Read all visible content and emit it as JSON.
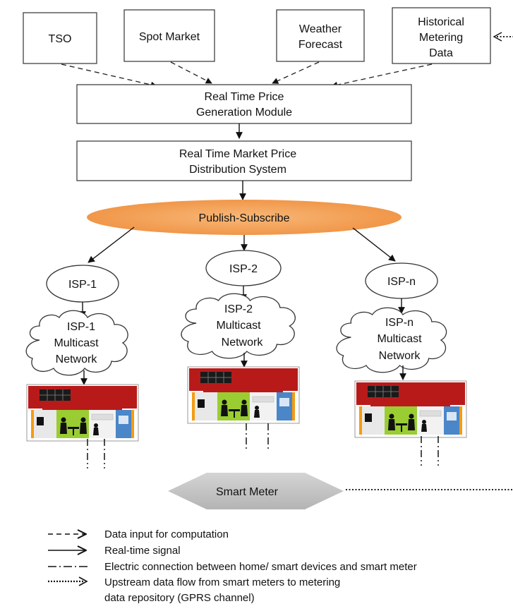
{
  "sources": {
    "tso": "TSO",
    "spot_market": "Spot Market",
    "weather": [
      "Weather",
      "Forecast"
    ],
    "historical": [
      "Historical",
      "Metering",
      "Data"
    ]
  },
  "modules": {
    "price_generation": [
      "Real Time Price",
      "Generation Module"
    ],
    "price_distribution": [
      "Real Time Market Price",
      "Distribution System"
    ]
  },
  "publish_subscribe": "Publish-Subscribe",
  "isps": [
    {
      "name": "ISP-1",
      "network": [
        "ISP-1",
        "Multicast",
        "Network"
      ]
    },
    {
      "name": "ISP-2",
      "network": [
        "ISP-2",
        "Multicast",
        "Network"
      ]
    },
    {
      "name": "ISP-n",
      "network": [
        "ISP-n",
        "Multicast",
        "Network"
      ]
    }
  ],
  "smart_meter": "Smart Meter",
  "legend": [
    {
      "style": "dashed",
      "text": [
        "Data input for computation"
      ]
    },
    {
      "style": "solid",
      "text": [
        "Real-time signal"
      ]
    },
    {
      "style": "dash-dot",
      "text": [
        "Electric connection between home/ smart devices and smart meter"
      ]
    },
    {
      "style": "dotted",
      "text": [
        "Upstream data flow from smart meters to  metering",
        "data repository (GPRS channel)"
      ]
    }
  ],
  "colors": {
    "ellipse_fill": "#f4a460",
    "roof": "#b81a1a",
    "wall_green": "#9acd32",
    "wall_blue": "#4a86c8",
    "wall_orange": "#f39c12",
    "meter_fill": "#c8c8c8"
  }
}
